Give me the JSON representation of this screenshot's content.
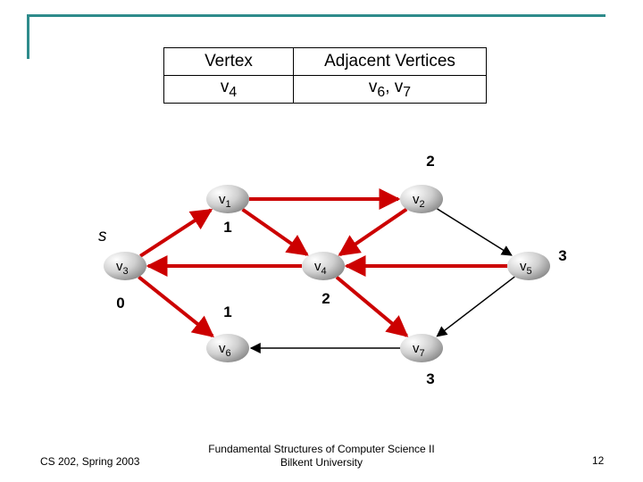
{
  "table": {
    "header": [
      "Vertex",
      "Adjacent Vertices"
    ],
    "row": [
      {
        "base": "v",
        "sub": "4"
      },
      [
        {
          "base": "v",
          "sub": "6"
        },
        {
          "base": "v",
          "sub": "7"
        }
      ]
    ]
  },
  "graph": {
    "vertices": [
      {
        "id": "v1",
        "base": "v",
        "sub": "1"
      },
      {
        "id": "v2",
        "base": "v",
        "sub": "2"
      },
      {
        "id": "v3",
        "base": "v",
        "sub": "3"
      },
      {
        "id": "v4",
        "base": "v",
        "sub": "4"
      },
      {
        "id": "v5",
        "base": "v",
        "sub": "5"
      },
      {
        "id": "v6",
        "base": "v",
        "sub": "6"
      },
      {
        "id": "v7",
        "base": "v",
        "sub": "7"
      }
    ],
    "edges": [
      {
        "from": "v3",
        "to": "v1",
        "highlight": true
      },
      {
        "from": "v1",
        "to": "v2",
        "highlight": true
      },
      {
        "from": "v1",
        "to": "v4",
        "highlight": true
      },
      {
        "from": "v2",
        "to": "v4",
        "highlight": true
      },
      {
        "from": "v3",
        "to": "v6",
        "highlight": true
      },
      {
        "from": "v4",
        "to": "v3",
        "highlight": true
      },
      {
        "from": "v4",
        "to": "v7",
        "highlight": true
      },
      {
        "from": "v5",
        "to": "v4",
        "highlight": true
      },
      {
        "from": "v2",
        "to": "v5",
        "highlight": false
      },
      {
        "from": "v7",
        "to": "v6",
        "highlight": false
      },
      {
        "from": "v5",
        "to": "v7",
        "highlight": false
      }
    ],
    "distances": [
      {
        "vertex": "v2",
        "value": "2"
      },
      {
        "vertex": "v1",
        "value": "1"
      },
      {
        "vertex": "v5",
        "value": "3"
      },
      {
        "vertex": "v3",
        "value": "0"
      },
      {
        "vertex": "v6",
        "value": "1"
      },
      {
        "vertex": "v4",
        "value": "2"
      },
      {
        "vertex": "v7",
        "value": "3"
      }
    ],
    "source_label": "s"
  },
  "colors": {
    "highlight_edge": "#cc0000",
    "normal_edge": "#000000",
    "frame": "#2e8b8b",
    "node_fill_light": "#ffffff",
    "node_fill_dark": "#8a8a8a"
  },
  "footer": {
    "left": "CS 202, Spring 2003",
    "center_line1": "Fundamental Structures of Computer Science II",
    "center_line2": "Bilkent University",
    "page_number": "12"
  }
}
